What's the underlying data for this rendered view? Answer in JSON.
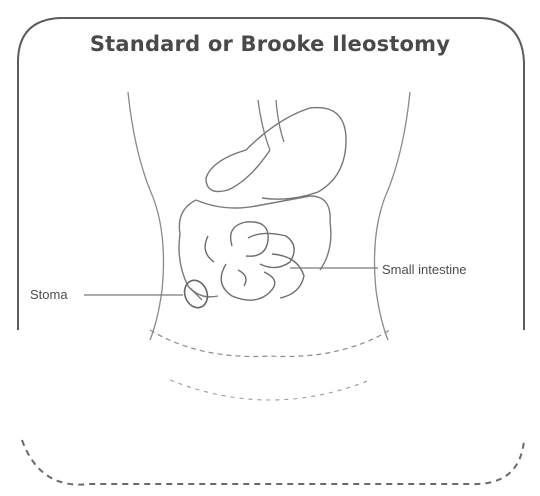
{
  "diagram": {
    "title": "Standard or Brooke Ileostomy",
    "labels": {
      "stoma": "Stoma",
      "small_intestine": "Small intestine"
    }
  },
  "colors": {
    "line": "#7a7a7a",
    "frame": "#555555",
    "text": "#4a4a4a"
  }
}
